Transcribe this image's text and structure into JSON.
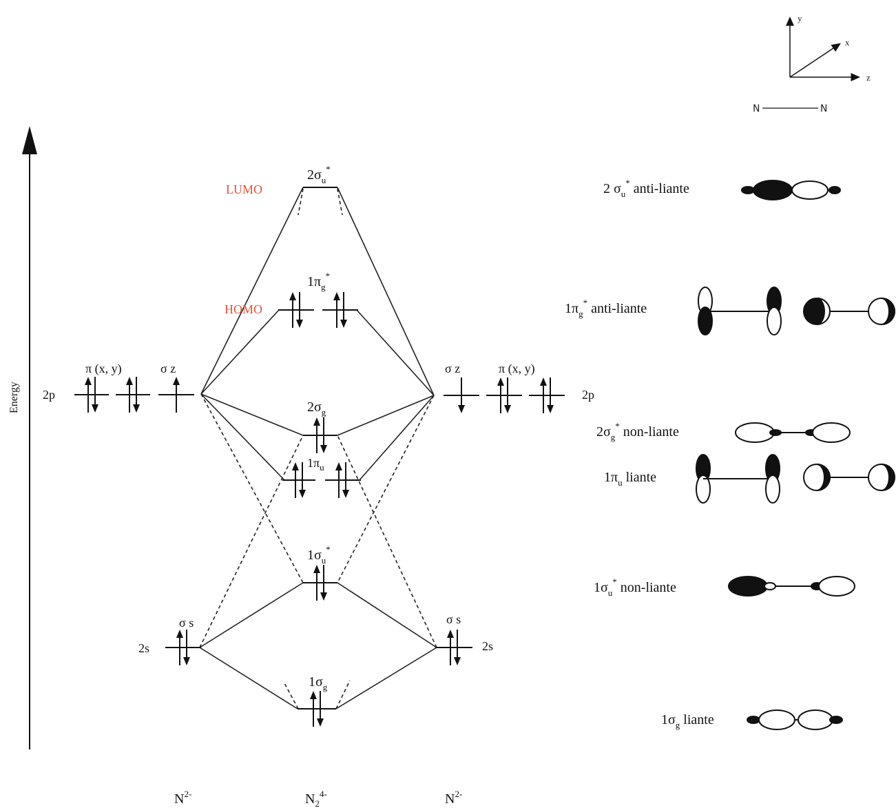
{
  "axis": {
    "label": "Energy"
  },
  "atom_left": {
    "species": "N",
    "charge": "2-",
    "level_2p_label": "2p",
    "level_2s_label": "2s",
    "pi_label": "π (x, y)",
    "sigma_z_label": "σ z",
    "sigma_s_label": "σ s"
  },
  "atom_right": {
    "species": "N",
    "charge": "2-",
    "level_2p_label": "2p",
    "level_2s_label": "2s",
    "pi_label": "π (x, y)",
    "sigma_z_label": "σ z",
    "sigma_s_label": "σ s"
  },
  "molecule": {
    "species": "N",
    "subscript": "2",
    "charge": "4-"
  },
  "frontier": {
    "lumo": "LUMO",
    "homo": "HOMO"
  },
  "mo_levels": [
    {
      "id": "2su",
      "num": "2",
      "sym": "σ",
      "sub": "u",
      "star": "*"
    },
    {
      "id": "1pg",
      "num": "1",
      "sym": "π",
      "sub": "g",
      "star": "*"
    },
    {
      "id": "2sg",
      "num": "2",
      "sym": "σ",
      "sub": "g",
      "star": ""
    },
    {
      "id": "1pu",
      "num": "1",
      "sym": "π",
      "sub": "u",
      "star": ""
    },
    {
      "id": "1su",
      "num": "1",
      "sym": "σ",
      "sub": "u",
      "star": "*"
    },
    {
      "id": "1sg",
      "num": "1",
      "sym": "σ",
      "sub": "g",
      "star": ""
    }
  ],
  "orbital_legend": [
    {
      "id": "2su",
      "prefix": "2 σ",
      "sub": "u",
      "star": "*",
      "desc": "anti-liante"
    },
    {
      "id": "1pg",
      "prefix": "1π",
      "sub": "g",
      "star": "*",
      "desc": "anti-liante"
    },
    {
      "id": "2sg",
      "prefix": "2σ",
      "sub": "g",
      "star": "*",
      "desc": "non-liante"
    },
    {
      "id": "1pu",
      "prefix": "1π",
      "sub": "u",
      "star": "",
      "desc": "liante"
    },
    {
      "id": "1su",
      "prefix": "1σ",
      "sub": "u",
      "star": "*",
      "desc": "non-liante"
    },
    {
      "id": "1sg",
      "prefix": "1σ",
      "sub": "g",
      "star": "",
      "desc": "liante"
    }
  ],
  "axes_inset": {
    "y": "y",
    "x": "x",
    "z": "z",
    "atom_a": "N",
    "atom_b": "N"
  }
}
